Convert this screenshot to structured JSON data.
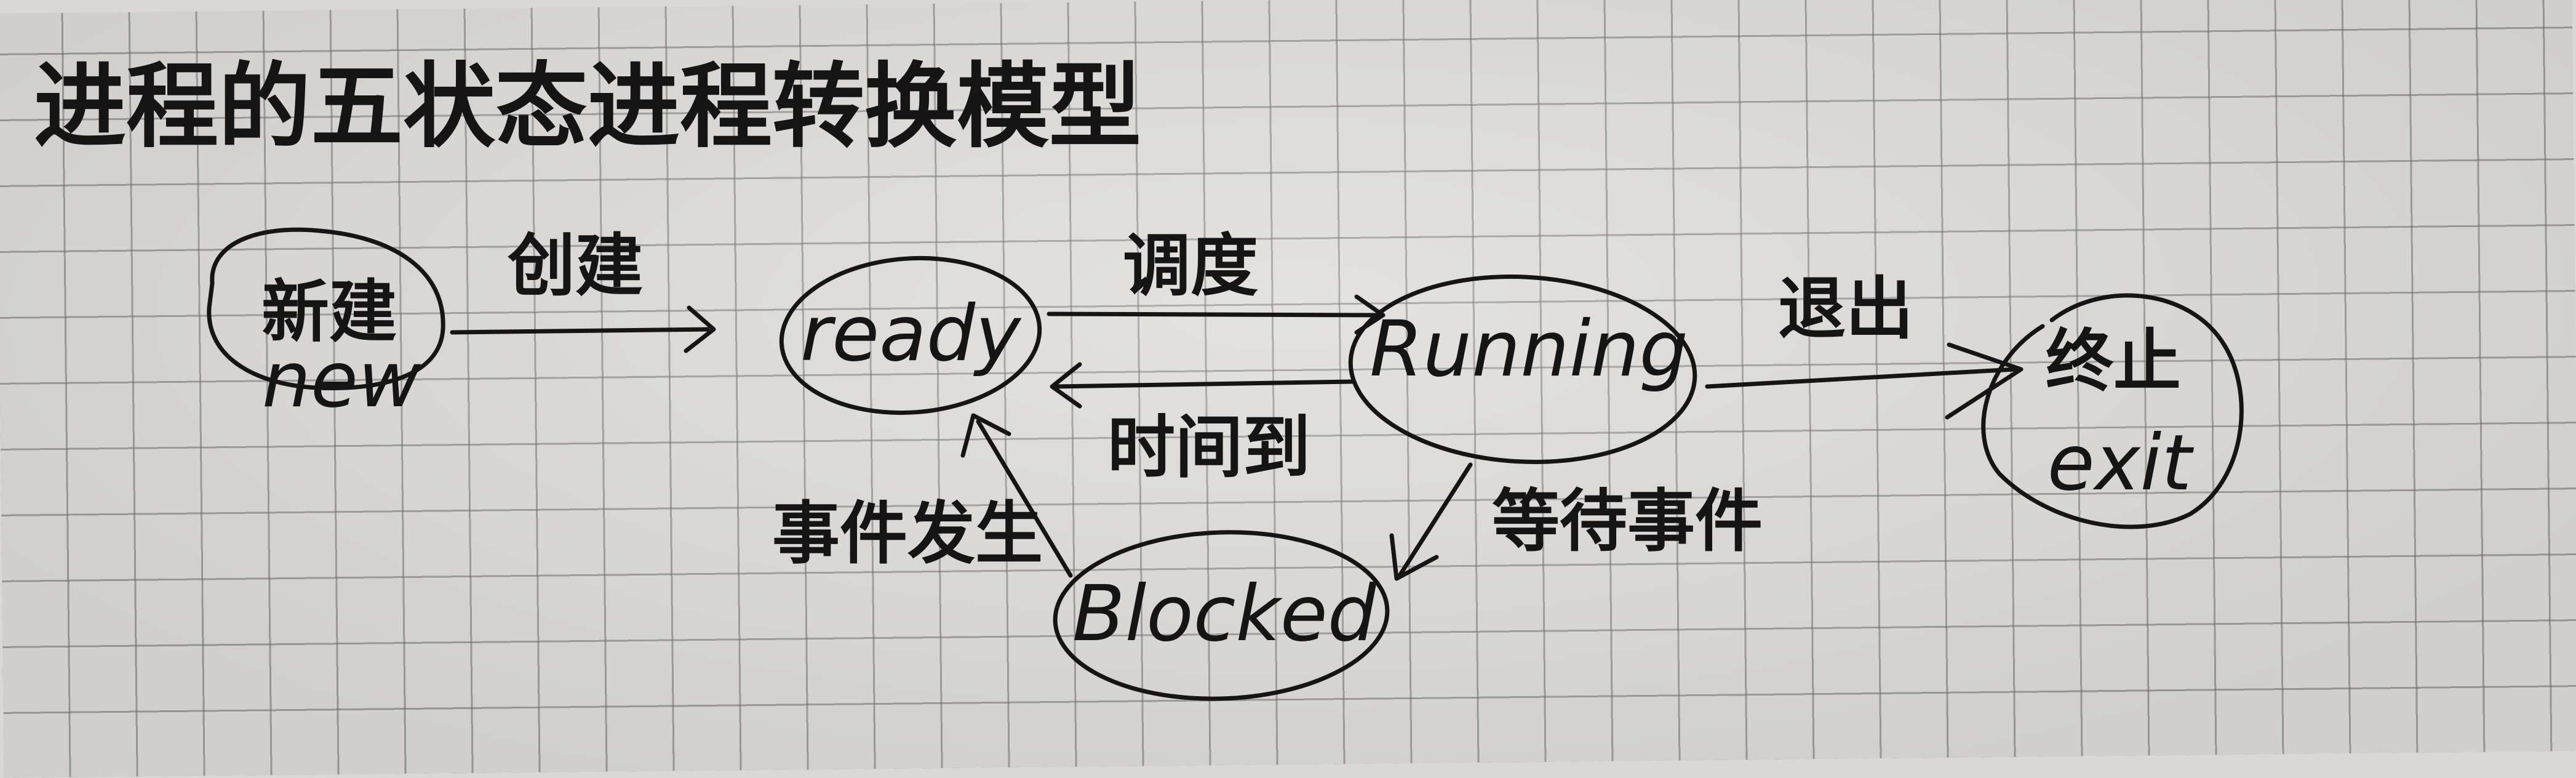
{
  "title": "进程的五状态进程转换模型",
  "states": {
    "new": {
      "zh": "新建",
      "en": "new"
    },
    "ready": {
      "en": "ready"
    },
    "running": {
      "en": "Running"
    },
    "blocked": {
      "en": "Blocked"
    },
    "exit": {
      "zh": "终止",
      "en": "exit"
    }
  },
  "transitions": {
    "new_to_ready": "创建",
    "ready_to_running": "调度",
    "running_to_ready": "时间到",
    "running_to_exit": "退出",
    "running_to_blocked": "等待事件",
    "blocked_to_ready": "事件发生"
  },
  "colors": {
    "ink": "#151515",
    "paper": "#dddcd8",
    "grid": "#69696e"
  }
}
